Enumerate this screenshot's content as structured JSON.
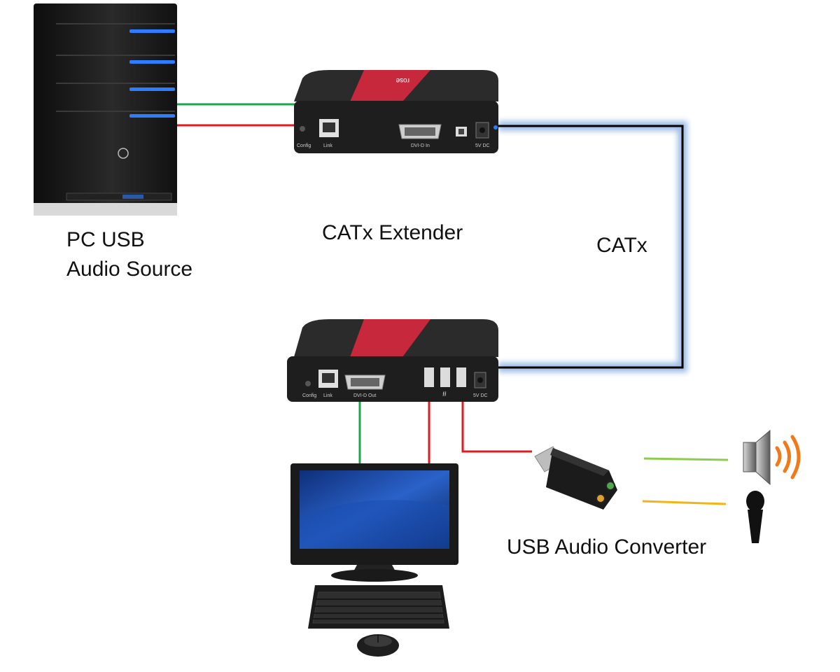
{
  "labels": {
    "pc_line1": "PC USB",
    "pc_line2": "Audio Source",
    "extender": "CATx Extender",
    "catx": "CATx",
    "usb_converter": "USB Audio Converter"
  },
  "device_text": {
    "config": "Config",
    "link": "Link",
    "dvi_in": "DVI-D In",
    "dvi_out": "DVI-D Out",
    "dc": "5V DC",
    "usb_symbol": "⭿",
    "brand": "rose"
  },
  "icons": {
    "tower": "pc-tower-icon",
    "extender_tx": "extender-transmitter-icon",
    "extender_rx": "extender-receiver-icon",
    "monitor": "monitor-icon",
    "keyboard": "keyboard-icon",
    "mouse": "mouse-icon",
    "usb_adapter": "usb-audio-adapter-icon",
    "speaker": "speaker-icon",
    "microphone": "microphone-icon"
  },
  "colors": {
    "usb_red": "#e11b1b",
    "audio_green": "#1aa64a",
    "speaker_green": "#8ccc4e",
    "mic_orange": "#f2b419",
    "catx_black": "#000000",
    "catx_glow": "#7fa8de",
    "device_body": "#1e1e1e",
    "accent_red": "#c8283c",
    "led_blue": "#2f7dff",
    "sound_orange": "#f07a1a"
  }
}
